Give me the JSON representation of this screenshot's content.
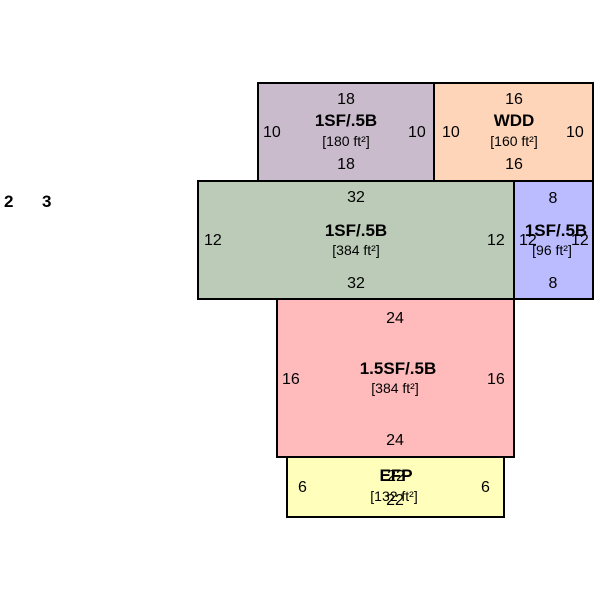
{
  "legend": {
    "first": "2",
    "second": "3"
  },
  "rooms": {
    "top_left": {
      "label": "1SF/.5B",
      "area": "[180 ft²]",
      "top": "18",
      "bottom": "18",
      "left": "10",
      "right": "10",
      "fill": "#c9bbcc"
    },
    "top_right": {
      "label": "WDD",
      "area": "[160 ft²]",
      "top": "16",
      "bottom": "16",
      "left": "10",
      "right": "10",
      "fill": "#ffd5b9"
    },
    "middle": {
      "label": "1SF/.5B",
      "area": "[384 ft²]",
      "top": "32",
      "bottom": "32",
      "left": "12",
      "right": "12",
      "fill": "#bbcbb8"
    },
    "middle_right": {
      "label": "1SF/.5B",
      "area": "[96 ft²]",
      "top": "8",
      "bottom": "8",
      "left": "12",
      "right": "12",
      "fill": "#bbbbff"
    },
    "lower": {
      "label": "1.5SF/.5B",
      "area": "[384 ft²]",
      "top": "24",
      "bottom": "24",
      "left": "16",
      "right": "16",
      "fill": "#ffbbbb"
    },
    "bottom": {
      "label": "EFP",
      "area": "[132 ft²]",
      "top": "22",
      "bottom": "22",
      "left": "6",
      "right": "6",
      "fill": "#ffffbb"
    }
  }
}
